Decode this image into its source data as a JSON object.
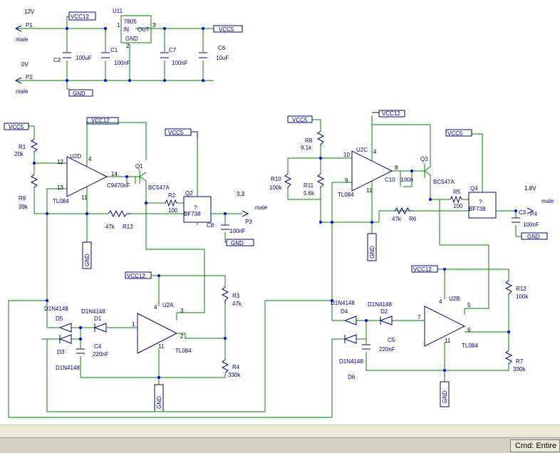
{
  "labels": {
    "v12": "12V",
    "p1": "P1",
    "male1": "male",
    "vcc12_top": "VCC12",
    "v0": "0V",
    "p2": "P2",
    "male2": "male",
    "gnd_top": "GND",
    "u11": "U11",
    "u11_part": "7805",
    "u11_in": "IN",
    "u11_out": "OUT",
    "u11_gnd": "GND",
    "u11_p1": "1",
    "u11_p2": "2",
    "u11_p3": "3",
    "c2": "C2",
    "c2_val": "100uF",
    "c1": "C1",
    "c1_val": "100nF",
    "c7": "C7",
    "c7_val": "100nF",
    "c6": "C6",
    "c6_val": "10uF",
    "vcc5_top": "VCC5",
    "vcc5_l": "VCC5",
    "r1": "R1",
    "r1_val": "20k",
    "r9": "R9",
    "r9_val": "39k",
    "vcc12_l": "VCC12",
    "u2d": "U2D",
    "u2d_p4": "4",
    "u2d_p12": "12",
    "u2d_p13": "13",
    "u2d_p14": "14",
    "u2d_p11": "11",
    "tl084_l": "TL084",
    "c9": "C9",
    "c9_val": "470nF",
    "q1": "Q1",
    "bc547a_l": "BC547A",
    "vcc5_mid": "VCC5",
    "r2": "R2",
    "r2_val": "100",
    "q2": "Q2",
    "bf738_l": "BF738",
    "q2_q": "?",
    "v33": "3.3",
    "c8": "C8",
    "c8_val": "100nF",
    "p3": "P3",
    "male3": "male",
    "r13": "R13",
    "r13_val": "47k",
    "gnd_l": "GND",
    "gnd_c8": "GND",
    "vcc12_u2a": "VCC12",
    "u2a": "U2A",
    "u2a_p4": "4",
    "u2a_p3": "3",
    "u2a_p2": "2",
    "u2a_p1": "1",
    "u2a_p11": "11",
    "tl084_a": "TL084",
    "r3": "R3",
    "r3_val": "47k",
    "r4": "R4",
    "r4_val": "330k",
    "d1n_d5": "D1N4148",
    "d5": "D5",
    "d1n_d1": "D1N4148",
    "d1": "D1",
    "d3": "D3",
    "d1n_d3": "D1N4148",
    "c4": "C4",
    "c4_val": "220nF",
    "gnd_u2a": "GND",
    "vcc5_r": "VCC5",
    "r8": "R8",
    "r8_val": "9.1k",
    "vcc12_r": "VCC12",
    "u2c": "U2C",
    "u2c_p4": "4",
    "u2c_p10": "10",
    "u2c_p9": "9",
    "u2c_p8": "8",
    "u2c_p11": "11",
    "tl084_c": "TL084",
    "r10": "R10",
    "r10_val": "100k",
    "r11": "R11",
    "r11_val": "5.6k",
    "c10": "C10",
    "c10_val": "100n",
    "q3": "Q3",
    "bc547a_r": "BC547A",
    "vcc5_q4": "VCC5",
    "r5": "R5",
    "r5_val": "100",
    "q4": "Q4",
    "bf738_r": "BF738",
    "q4_q": "?",
    "v18": "1.8V",
    "male4": "male",
    "c3": "C3",
    "p4": "P4",
    "c3_val": "100nF",
    "gnd_c3": "GND",
    "r6": "R6",
    "r6_val": "47k",
    "gnd_r": "GND",
    "vcc12_u2b": "VCC12",
    "u2b": "U2B",
    "u2b_p4": "4",
    "u2b_p5": "5",
    "u2b_p6": "6",
    "u2b_p7": "7",
    "u2b_p11": "11",
    "tl084_b": "TL084",
    "r12": "R12",
    "r12_val": "100k",
    "r7": "R7",
    "r7_val": "330k",
    "d1n_d4": "D1N4148",
    "d4": "D4",
    "d1n_d2": "D1N4148",
    "d2": "D2",
    "c5": "C5",
    "c5_val": "220nF",
    "d1n_d6": "D1N4148",
    "d6": "D6",
    "gnd_u2b": "GND"
  },
  "status": {
    "cmd": "Cmd: Entire"
  },
  "colors": {
    "wire": "#008000",
    "part": "#000080",
    "junction": "#0000ff",
    "statusbar": "#d4d0c8"
  }
}
